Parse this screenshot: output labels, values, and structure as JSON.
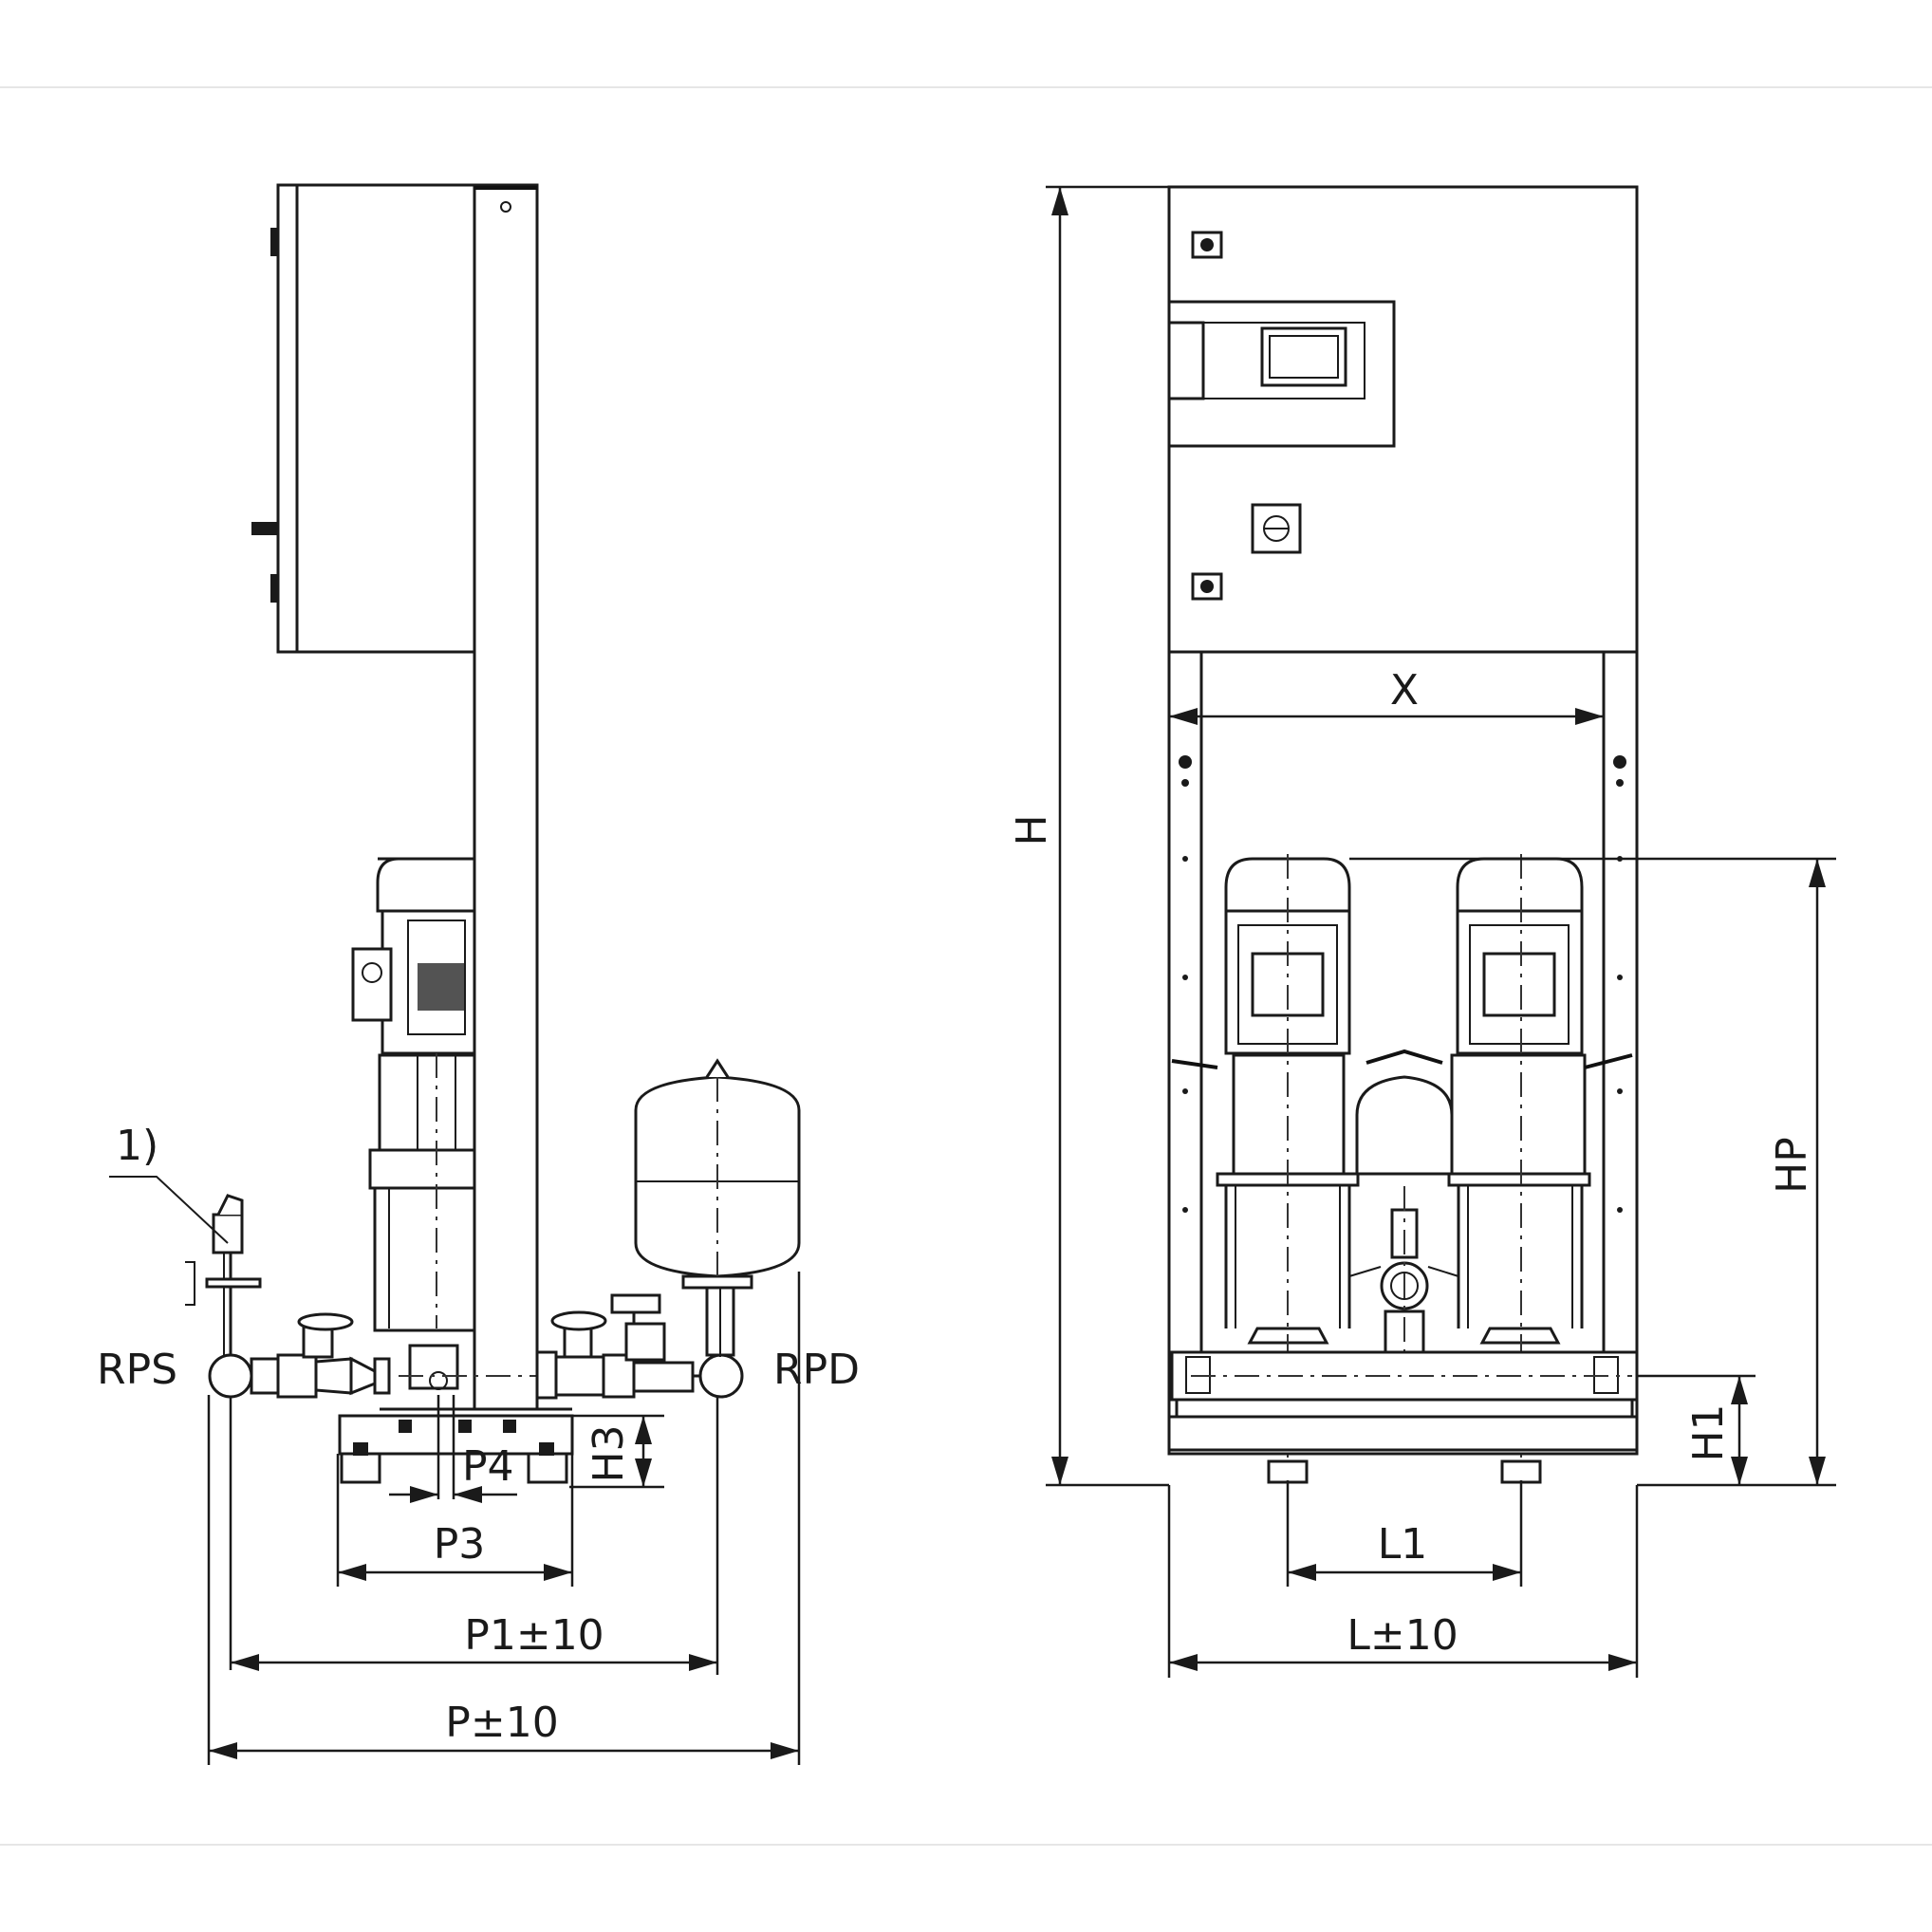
{
  "labels": {
    "note": "1)",
    "rps": "RPS",
    "rpd": "RPD",
    "p4": "P4",
    "h3": "H3",
    "p3": "P3",
    "p1": "P1±10",
    "p": "P±10",
    "x": "X",
    "h": "H",
    "hp": "HP",
    "h1": "H1",
    "l1": "L1",
    "l": "L±10"
  }
}
